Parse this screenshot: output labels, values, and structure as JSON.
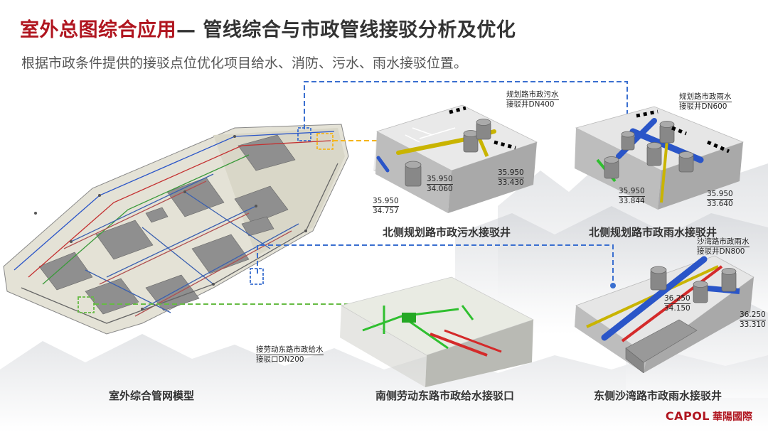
{
  "header": {
    "title_red": "室外总图综合应用",
    "title_rest": "— 管线综合与市政管线接驳分析及优化",
    "subtitle": "根据市政条件提供的接驳点位优化项目给水、消防、污水、雨水接驳位置。"
  },
  "captions": {
    "site_model": "室外综合管网模型",
    "north_sewage": "北侧规划路市政污水接驳井",
    "north_rain": "北侧规划路市政雨水接驳井",
    "south_water": "南侧劳动东路市政给水接驳口",
    "east_rain": "东侧沙湾路市政雨水接驳井"
  },
  "callouts": {
    "sewage_well": [
      "规划路市政污水",
      "接驳井DN400"
    ],
    "rain_well_north": [
      "规划路市政雨水",
      "接驳井DN600"
    ],
    "rain_well_east": [
      "沙湾路市政雨水",
      "接驳井DN800"
    ],
    "water_inlet": [
      "接劳动东路市政给水",
      "接驳口DN200"
    ]
  },
  "elevations": {
    "sewage_a": [
      "35.950",
      "34.757"
    ],
    "sewage_b": [
      "35.950",
      "34.060"
    ],
    "sewage_c": [
      "35.950",
      "33.430"
    ],
    "rain_n_a": [
      "35.950",
      "33.844"
    ],
    "rain_n_b": [
      "35.950",
      "33.640"
    ],
    "rain_e_a": [
      "36.250",
      "34.150"
    ],
    "rain_e_b": [
      "36.250",
      "33.310"
    ]
  },
  "logo": {
    "en": "CAPOL",
    "cn": "華陽國際"
  },
  "colors": {
    "brand_red": "#b0151f",
    "sewage_yellow": "#c9b400",
    "rain_blue": "#2a55c8",
    "water_green": "#2fbf2f",
    "fire_red": "#d42a2a",
    "dash_blue": "#3a6fd0",
    "dash_orange": "#f5b51a",
    "dash_green": "#66bb44"
  }
}
